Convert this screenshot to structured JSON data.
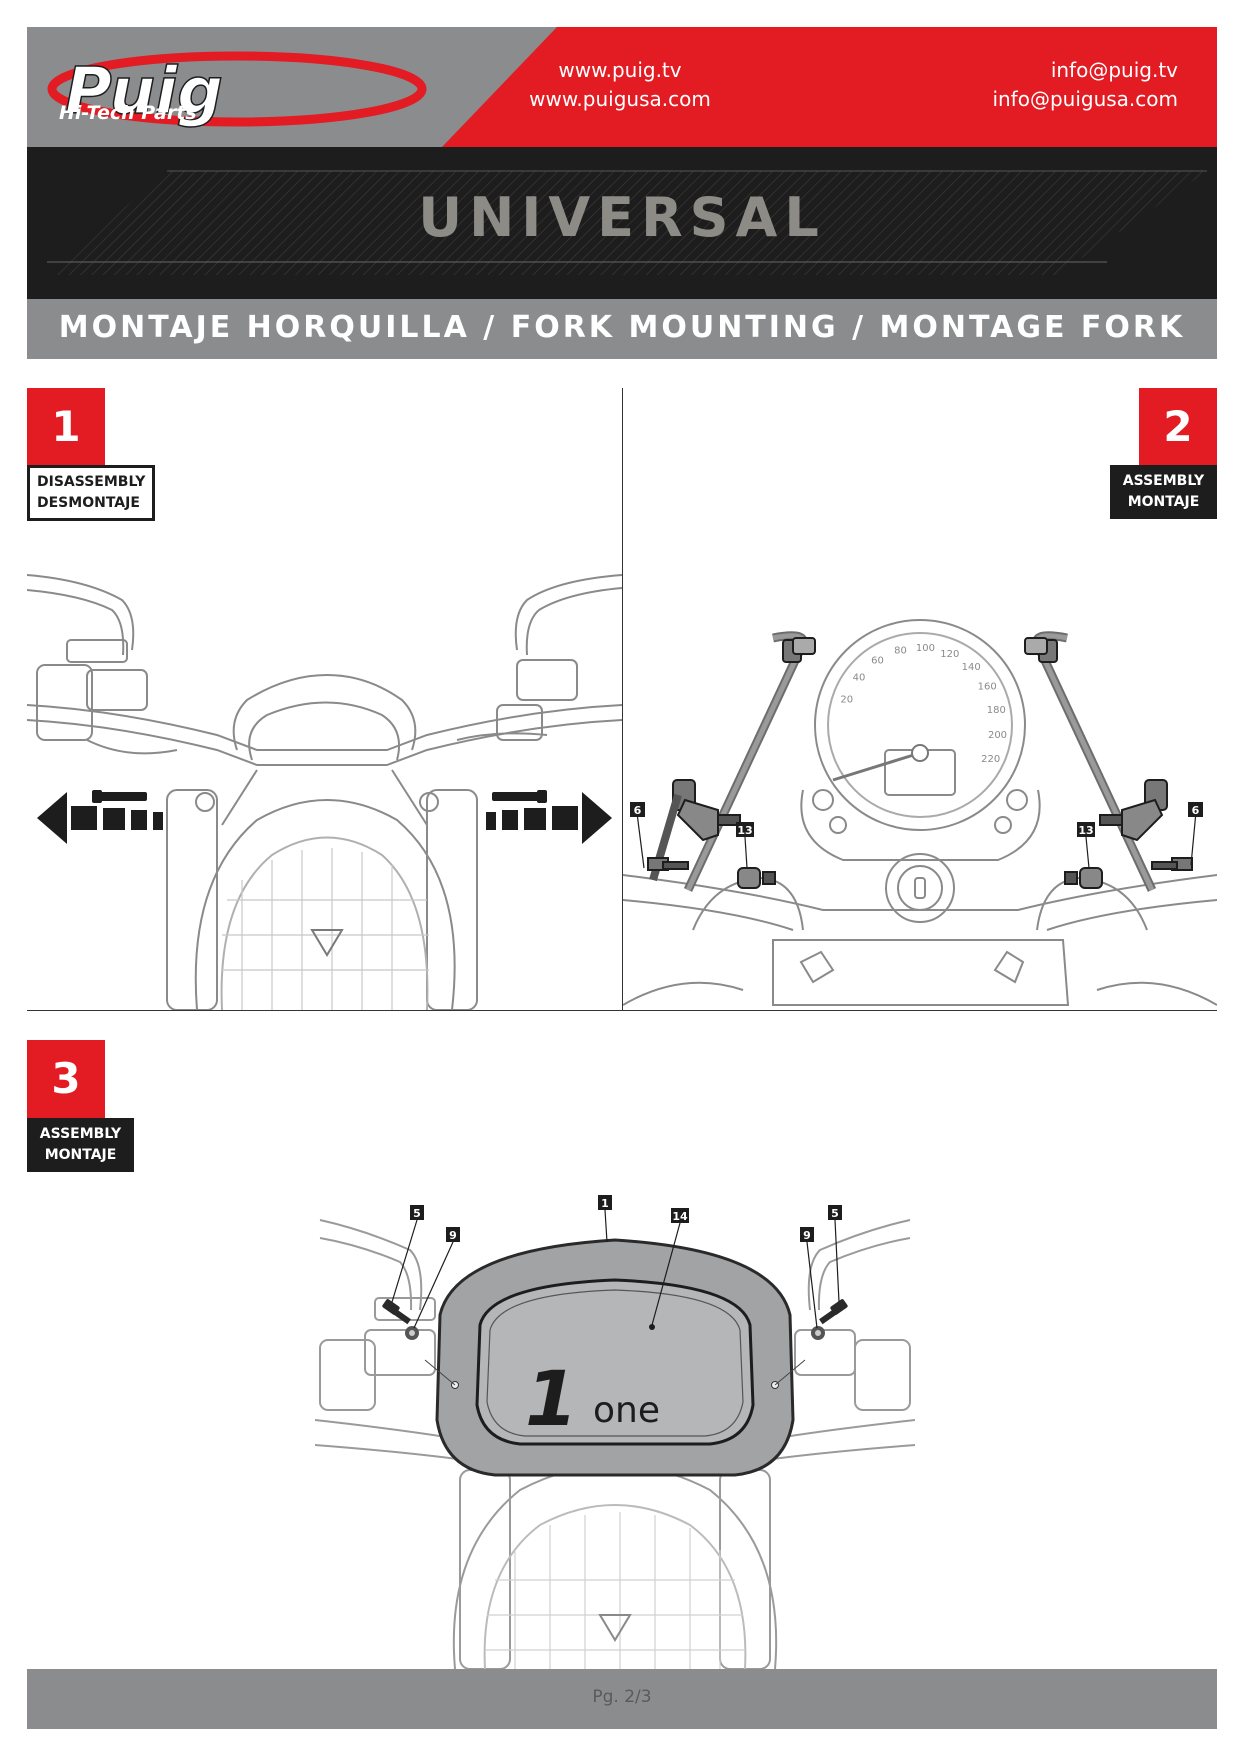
{
  "header": {
    "brand_name": "Puig",
    "brand_tagline": "Hi-Tech Parts",
    "website_1": "www.puig.tv",
    "website_2": "www.puigusa.com",
    "email_1": "info@puig.tv",
    "email_2": "info@puigusa.com",
    "title": "UNIVERSAL",
    "subtitle": "MONTAJE HORQUILLA / FORK MOUNTING / MONTAGE FORK"
  },
  "steps": [
    {
      "number": "1",
      "label_line1": "DISASSEMBLY",
      "label_line2": "DESMONTAJE"
    },
    {
      "number": "2",
      "label_line1": "ASSEMBLY",
      "label_line2": "MONTAJE"
    },
    {
      "number": "3",
      "label_line1": "ASSEMBLY",
      "label_line2": "MONTAJE"
    }
  ],
  "step2_callouts": [
    "6",
    "13",
    "13",
    "6"
  ],
  "step2_speedo_ticks": [
    "20",
    "40",
    "60",
    "80",
    "100",
    "120",
    "140",
    "160",
    "180",
    "200",
    "220"
  ],
  "step3_callouts": [
    "5",
    "9",
    "1",
    "14",
    "9",
    "5"
  ],
  "windscreen_logo": {
    "big": "1",
    "small": "one"
  },
  "footer": {
    "page": "Pg. 2/3"
  },
  "colors": {
    "brand_red": "#e31b23",
    "dark": "#1d1d1d",
    "grey": "#8a8c8e"
  }
}
